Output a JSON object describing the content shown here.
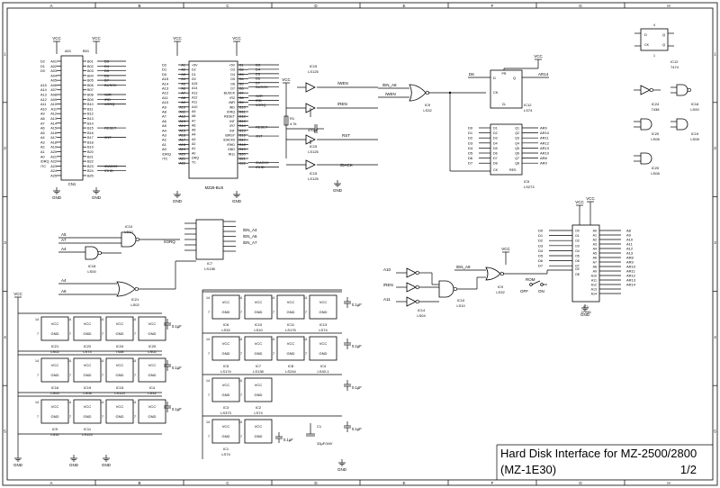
{
  "title": {
    "line1": "Hard Disk Interface for MZ-2500/2800",
    "line2": "(MZ-1E30)",
    "page": "1/2"
  },
  "border": {
    "columns": [
      "A",
      "B",
      "C",
      "D",
      "E",
      "F",
      "G",
      "H"
    ],
    "rows": [
      "1",
      "2",
      "3",
      "4",
      "5"
    ]
  },
  "power": {
    "vcc": "VCC",
    "gnd": "GND"
  },
  "connectors": {
    "cn1": {
      "name": "CN1",
      "left_signals": [
        "D2",
        "D1",
        "D0",
        "A15",
        "A14",
        "A13",
        "A12",
        "A11",
        "A10",
        "A9",
        "A8",
        "A7",
        "A6",
        "A5",
        "A4",
        "A3",
        "A2",
        "A1",
        "A0",
        "/DRQ",
        "/TC"
      ],
      "left_pins": [
        "A01",
        "A02",
        "A03",
        "A04",
        "A05",
        "A06",
        "A07",
        "A08",
        "A09",
        "A10",
        "A11",
        "A12",
        "A13",
        "A14",
        "A15",
        "A16",
        "A17",
        "A18",
        "A19",
        "A20",
        "A21",
        "A22",
        "A23",
        "A24",
        "A25"
      ],
      "right_pins": [
        "B01",
        "B02",
        "B03",
        "B04",
        "B05",
        "B06",
        "B07",
        "B08",
        "B09",
        "B10",
        "B11",
        "B12",
        "B13",
        "B14",
        "B15",
        "B16",
        "B17",
        "B18",
        "B19",
        "B20",
        "B21",
        "B22",
        "B23",
        "B24",
        "B25"
      ],
      "right_signals": [
        "D3",
        "D4",
        "D5",
        "D6",
        "D7",
        "BUSCK",
        "/WR",
        "/RD",
        "/IORQ",
        "RESET",
        "/INT",
        "/DACK0",
        "/RHD"
      ]
    },
    "mz28bus": {
      "name": "MZ28-BUS",
      "left_signals": [
        "D2",
        "D1",
        "D0",
        "A15",
        "A14",
        "A13",
        "A12",
        "A11",
        "A10",
        "A9",
        "A8",
        "A7",
        "A6",
        "A5",
        "A4",
        "A3",
        "A2",
        "A1",
        "A0",
        "/DRQ",
        "/TC"
      ],
      "left_pins": [
        "A1",
        "A2",
        "A3",
        "A4",
        "A5",
        "A6",
        "A7",
        "A8",
        "A9",
        "A10",
        "A11",
        "A12",
        "A13",
        "A14",
        "A15",
        "A16",
        "A17",
        "A18",
        "A19",
        "A20",
        "A21",
        "A22",
        "A23",
        "A24",
        "A25"
      ],
      "inner_left": [
        "+5V",
        "D2",
        "D1",
        "D0",
        "A15",
        "A14",
        "A13",
        "A12",
        "A11",
        "A10",
        "A9",
        "A8",
        "A7",
        "A6",
        "A5",
        "A4",
        "A3",
        "A2",
        "A1",
        "A0",
        "DRQ",
        "TC",
        "GND"
      ],
      "inner_right": [
        "+5V",
        "D3",
        "D4",
        "D5",
        "D6",
        "D7",
        "BUSCK",
        "IR2",
        "/WR",
        "/RD",
        "IORQ",
        "RESET",
        "INT",
        "IR7",
        "INT",
        "BWSY",
        "/DACK0",
        "/RHD",
        "GND",
        "IR11"
      ],
      "right_pins": [
        "B1",
        "B2",
        "B3",
        "B4",
        "B5",
        "B6",
        "B7",
        "B8",
        "B9",
        "B10",
        "B11",
        "B12",
        "B13",
        "B14",
        "B15",
        "B16",
        "B17",
        "B18",
        "B19",
        "B20",
        "B21",
        "B22",
        "B23",
        "B24",
        "B25"
      ],
      "right_signals": [
        "D3",
        "D4",
        "D5",
        "D6",
        "D7",
        "BUSCK",
        "/WR",
        "/RD",
        "/IORQ",
        "RESET",
        "/INT",
        "/DACK0",
        "/RHD"
      ]
    }
  },
  "parts": {
    "ic15": [
      "IC15",
      "LS125"
    ],
    "ic15b": [
      "IC15",
      "LS125"
    ],
    "ic15c": [
      "IC15",
      "LS125"
    ],
    "r1": [
      "R1",
      "4.7k"
    ],
    "c470": "470pF",
    "ic9": [
      "IC9",
      "LS32"
    ],
    "ic12": [
      "IC12",
      "LS74"
    ],
    "ic5": [
      "IC5",
      "LS273"
    ],
    "ic10": [
      "IC10",
      "LS10"
    ],
    "ic18": [
      "IC18",
      "LS00"
    ],
    "ic21": [
      "IC21",
      "LS02"
    ],
    "ic7": [
      "IC7",
      "LS138"
    ],
    "ic14": [
      "IC14",
      "LS04"
    ],
    "ic10b": [
      "IC10",
      "LS10"
    ],
    "ic9b": [
      "IC9",
      "LS32"
    ],
    "ic1": [
      "IC1",
      "27256"
    ],
    "ic12r": [
      "IC12",
      "7474"
    ],
    "ic24": [
      "IC24",
      "7438"
    ],
    "ic16": [
      "IC16",
      "LS00"
    ],
    "ic20a": [
      "IC20",
      "LS08"
    ],
    "ic19": [
      "IC19",
      "LS08"
    ],
    "ic20b": [
      "IC20",
      "LS08"
    ],
    "rom": "ROM",
    "off": "OFF",
    "on": "ON",
    "c1": [
      "C1",
      "33μF/16V"
    ]
  },
  "nets": {
    "en_a8": "/EN_A8",
    "wen": "/WEN",
    "ren": "/REN",
    "rst": "RST",
    "dack": "/DACK",
    "intn": "/INT",
    "rd": "/RD",
    "wr": "/WR",
    "iorq": "/IORQ",
    "en_a9": "/EN_A9",
    "en_a4": "/EN_A4",
    "en_a6": "/EN_A6",
    "en_a7": "/EN_A7",
    "ar14": "AR14",
    "a10": "A10",
    "a11": "A11",
    "a5": "A5",
    "a7": "A7",
    "a4": "A4",
    "a6": "A6",
    "d6": "D6",
    "reset": "RESET"
  },
  "ls273": {
    "inputs": [
      "D0",
      "D1",
      "D2",
      "D3",
      "D4",
      "D5",
      "D6",
      "D7"
    ],
    "outputs": [
      "AR9",
      "AR10",
      "AR11",
      "AR12",
      "AR13",
      "AR10",
      "AR8",
      "AR9"
    ]
  },
  "rom27256": {
    "data": [
      "D0",
      "D1",
      "D2",
      "D3",
      "D4",
      "D5",
      "D6",
      "D7"
    ],
    "addr": [
      "A0",
      "A1",
      "A2",
      "A3",
      "A4",
      "A5",
      "A6",
      "A7",
      "A8",
      "A9",
      "A10",
      "A11",
      "A12",
      "A13",
      "A14"
    ],
    "addr_nets": [
      "A8",
      "A9",
      "A10",
      "A11",
      "A12",
      "A13",
      "AR8",
      "AR9",
      "AR10",
      "AR11",
      "AR12",
      "AR13",
      "AR14"
    ]
  },
  "decoupling": {
    "grid_left": [
      [
        "IC21",
        "LS02"
      ],
      [
        "IC22",
        "LS74"
      ],
      [
        "IC24",
        "7438"
      ],
      [
        "IC20",
        "LS02"
      ],
      [
        "IC16",
        "LS00"
      ],
      [
        "IC19",
        "LS08"
      ],
      [
        "IC15",
        "LS125"
      ],
      [
        "IC4",
        "LS32"
      ],
      [
        "IC9",
        "LS32"
      ],
      [
        "IC11",
        "LS125"
      ]
    ],
    "grid_right": [
      [
        "IC6",
        "LS32"
      ],
      [
        "IC10",
        "LS10"
      ],
      [
        "IC11",
        "LS175"
      ],
      [
        "IC13",
        "LS74"
      ],
      [
        "IC5",
        "LS174"
      ],
      [
        "IC7",
        "LS138"
      ],
      [
        "IC8",
        "LS244"
      ],
      [
        "IC4",
        "LS40-1"
      ],
      [
        "IC3",
        "LS373"
      ],
      [
        "IC2",
        "LS74"
      ],
      [
        "IC1",
        "LS74"
      ]
    ],
    "cap": "0.1μF",
    "vcc_pin": "14",
    "gnd_pin": "7"
  }
}
